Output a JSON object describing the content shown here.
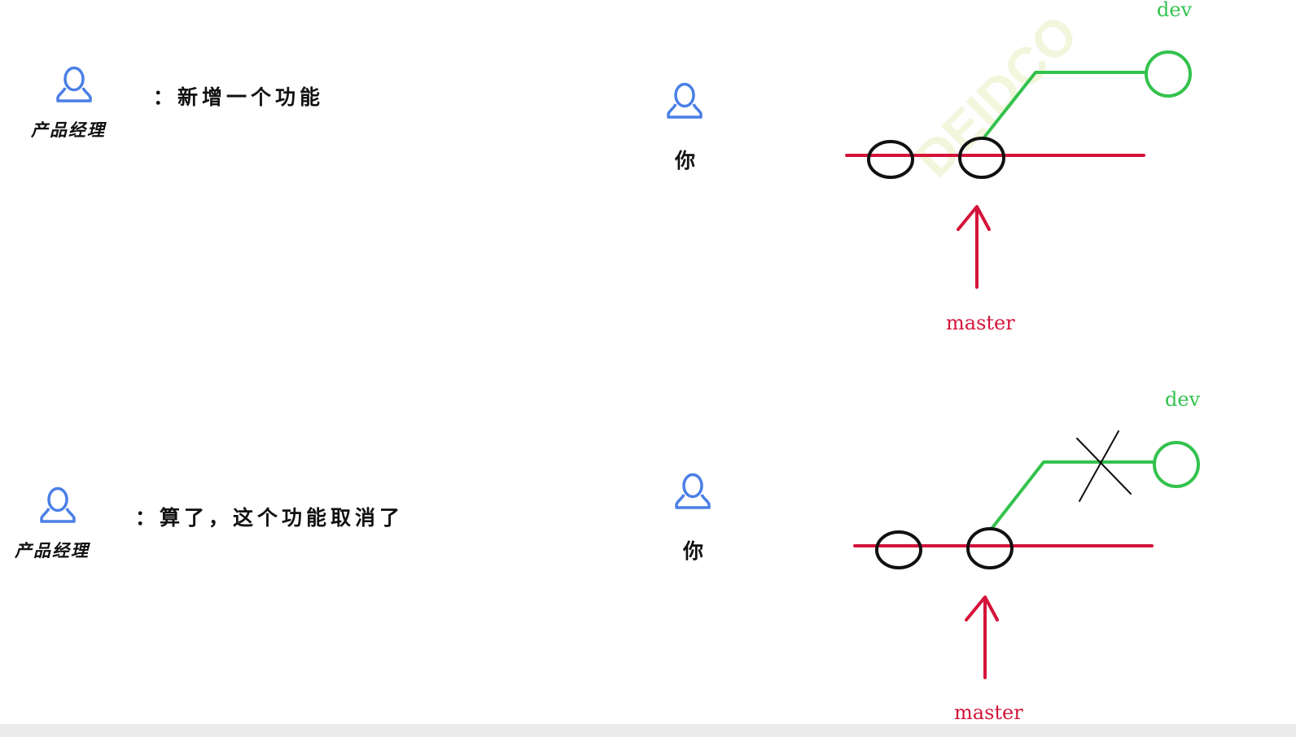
{
  "scene1": {
    "pm_label": "产品经理",
    "pm_speech": "：新增一个功能",
    "you_label": "你",
    "diagram": {
      "dev_label": "dev",
      "master_label": "master"
    }
  },
  "scene2": {
    "pm_label": "产品经理",
    "pm_speech": "：算了，这个功能取消了",
    "you_label": "你",
    "diagram": {
      "dev_label": "dev",
      "master_label": "master"
    }
  },
  "watermark": "DEIDCO",
  "colors": {
    "master_branch": "#d4143a",
    "dev_branch": "#33c24d",
    "commit_circle": "#111111",
    "person_icon": "#4a7fe6",
    "cross_mark": "#111111"
  },
  "icons": {
    "person": "person-outline-icon"
  }
}
